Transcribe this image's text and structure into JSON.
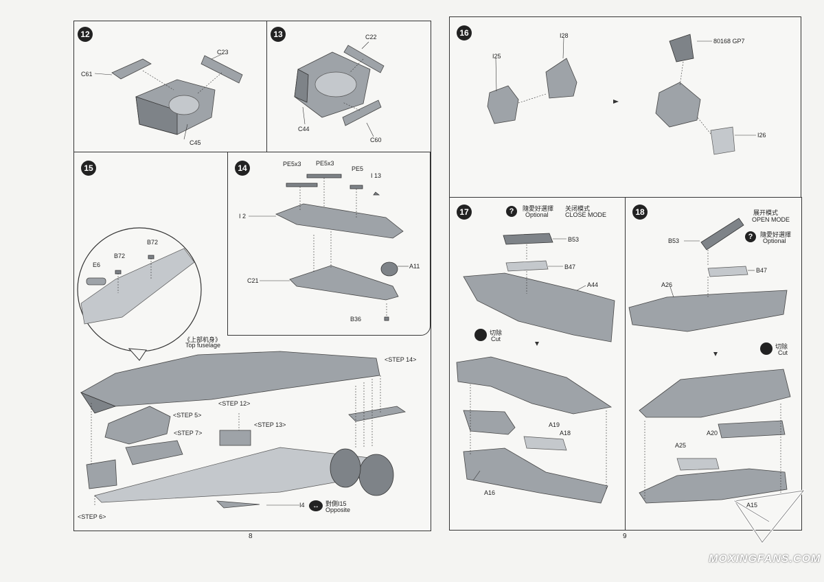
{
  "left_page": {
    "page_number": "8",
    "step12": {
      "number": "12",
      "parts": [
        "C61",
        "C23",
        "C45"
      ]
    },
    "step13": {
      "number": "13",
      "parts": [
        "C22",
        "C44",
        "C60"
      ]
    },
    "step14": {
      "number": "14",
      "parts": [
        "PE5x3",
        "PE5x3",
        "PE5",
        "I 13",
        "I 2",
        "C21",
        "A11",
        "B36"
      ]
    },
    "step15": {
      "number": "15",
      "callout_parts": [
        "E6",
        "B72",
        "B72"
      ],
      "callout_caption_cn": "《上部机身》",
      "callout_caption_en": "Top fuselage",
      "refs": [
        "<STEP 14>",
        "<STEP 12>",
        "<STEP 5>",
        "<STEP 13>",
        "<STEP 7>",
        "<STEP 6>"
      ],
      "part_i4": "I4",
      "opposite_cn": "對側I15",
      "opposite_en": "Opposite"
    }
  },
  "right_page": {
    "page_number": "9",
    "step16": {
      "number": "16",
      "parts": [
        "I25",
        "I28",
        "80168 GP7",
        "I26"
      ]
    },
    "step17": {
      "number": "17",
      "optional_cn": "隨愛好選擇",
      "optional_en": "Optional",
      "mode_cn": "关闭模式",
      "mode_en": "CLOSE MODE",
      "parts": [
        "B53",
        "B47",
        "A44",
        "A19",
        "A18",
        "A16"
      ],
      "cut_cn": "切除",
      "cut_en": "Cut"
    },
    "step18": {
      "number": "18",
      "mode_cn": "展开模式",
      "mode_en": "OPEN MODE",
      "optional_cn": "隨愛好選擇",
      "optional_en": "Optional",
      "parts": [
        "B53",
        "B47",
        "A26",
        "A20",
        "A25",
        "A15"
      ],
      "cut_cn": "切除",
      "cut_en": "Cut"
    }
  },
  "watermark": "MOXINGFANS.COM"
}
